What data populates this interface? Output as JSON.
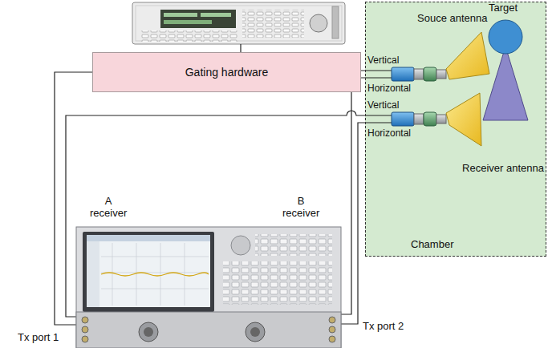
{
  "diagram": {
    "nodes": [
      {
        "text": [
          "Gating hardware"
        ]
      },
      {
        "text": [
          "Chamber"
        ]
      }
    ],
    "labels": [
      "Souce antenna",
      "Target",
      "Vertical",
      "Horizontal",
      "Vertical",
      "Horizontal",
      "Receiver antenna",
      "A receiver",
      "B receiver",
      "Tx port 1",
      "Tx port 2"
    ]
  }
}
